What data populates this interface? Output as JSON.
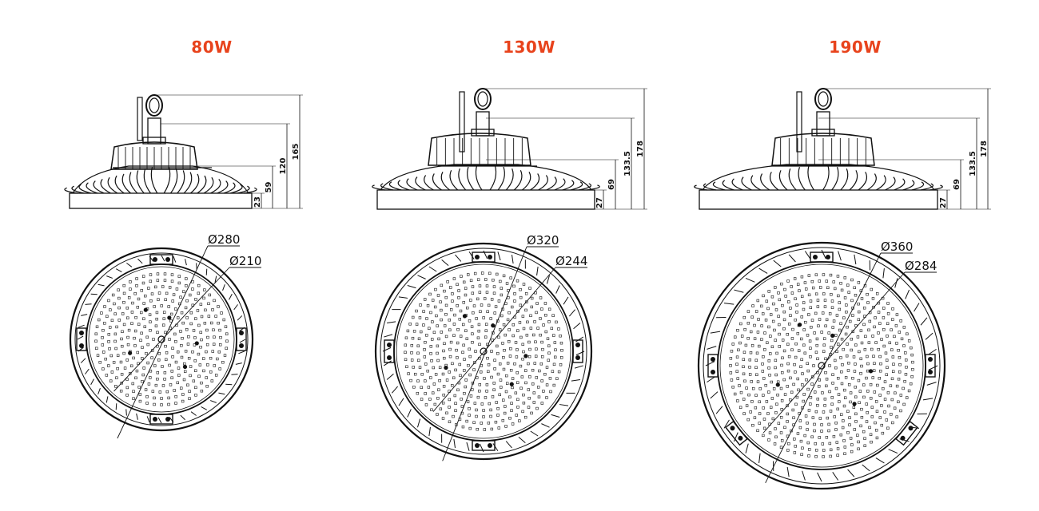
{
  "accent_color": "#e8431c",
  "models": [
    {
      "title": "80W",
      "side_dims": [
        "23",
        "59",
        "120",
        "165"
      ],
      "outer_diameter": "Ø280",
      "inner_diameter": "Ø210"
    },
    {
      "title": "130W",
      "side_dims": [
        "27",
        "69",
        "133.5",
        "178"
      ],
      "outer_diameter": "Ø320",
      "inner_diameter": "Ø244"
    },
    {
      "title": "190W",
      "side_dims": [
        "27",
        "69",
        "133.5",
        "178"
      ],
      "outer_diameter": "Ø360",
      "inner_diameter": "Ø284"
    }
  ]
}
